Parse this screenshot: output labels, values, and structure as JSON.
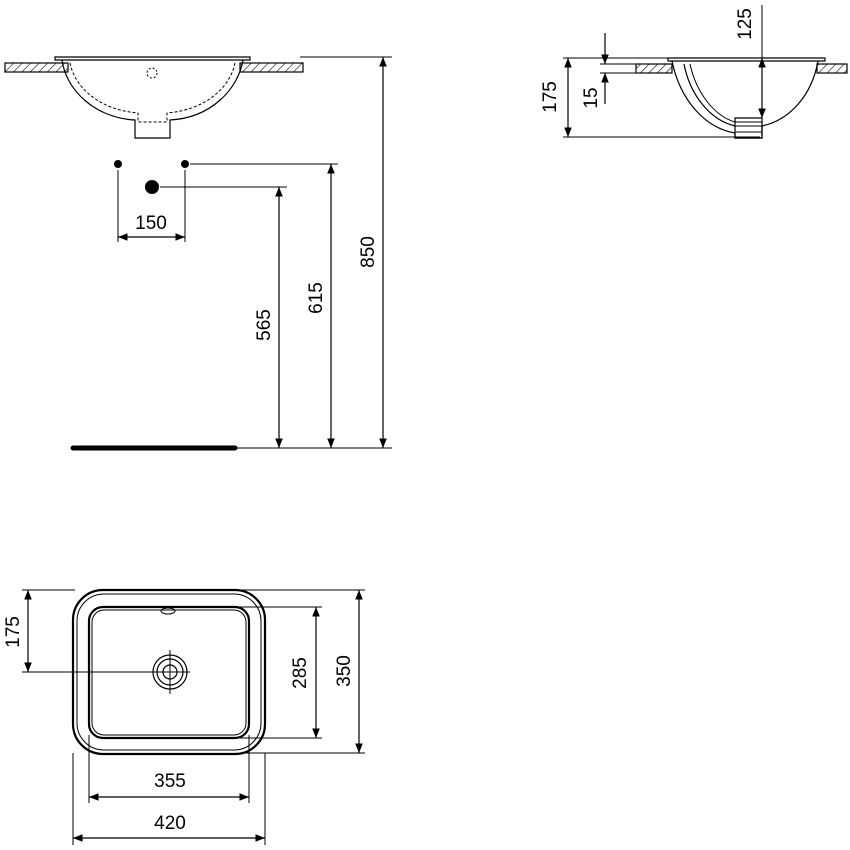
{
  "dimensions": {
    "front_view": {
      "tap_spacing": "150",
      "waste_height": "565",
      "tap_height": "615",
      "total_height": "850"
    },
    "side_view": {
      "depth_top": "125",
      "overall_depth": "175",
      "rim_thickness": "15"
    },
    "plan_view": {
      "drain_offset": "175",
      "inner_depth": "285",
      "outer_depth": "350",
      "inner_width": "355",
      "outer_width": "420"
    }
  },
  "colors": {
    "line": "#000000",
    "background": "#ffffff"
  }
}
